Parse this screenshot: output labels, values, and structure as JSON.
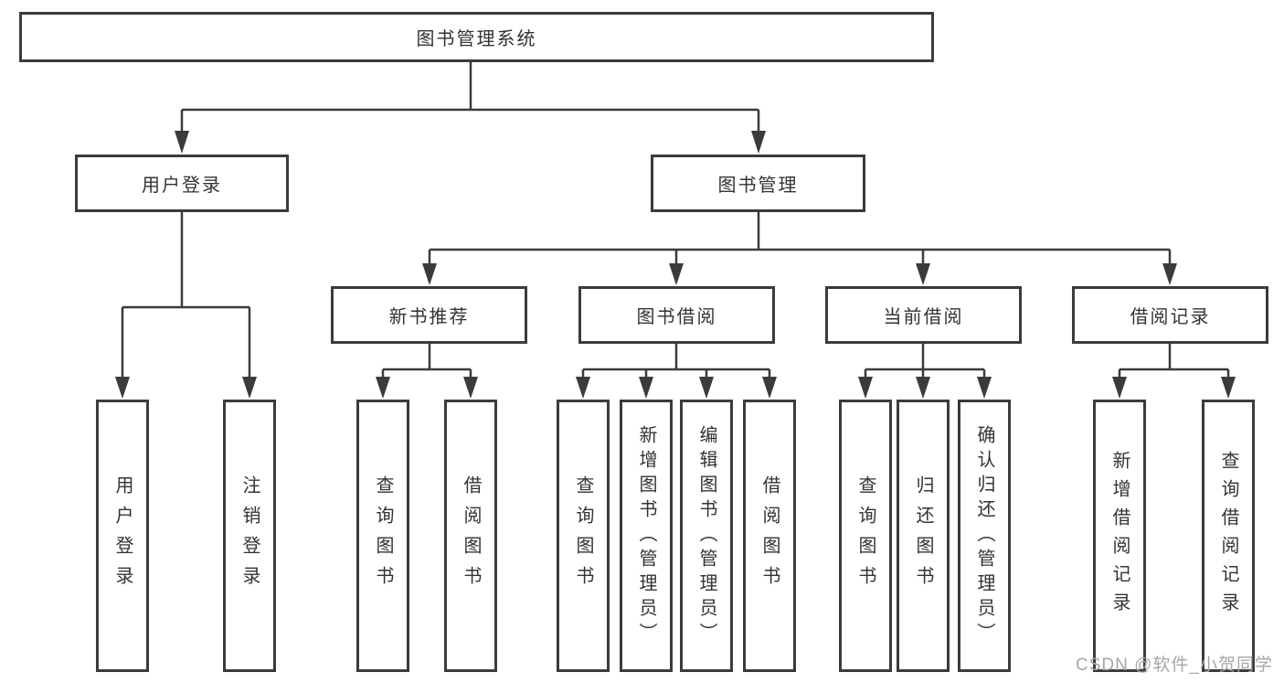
{
  "diagram_title": "图书管理系统",
  "tree": {
    "label": "图书管理系统",
    "children": [
      {
        "label": "用户登录",
        "children": [
          {
            "label": "用户登录"
          },
          {
            "label": "注销登录"
          }
        ]
      },
      {
        "label": "图书管理",
        "children": [
          {
            "label": "新书推荐",
            "children": [
              {
                "label": "查询图书"
              },
              {
                "label": "借阅图书"
              }
            ]
          },
          {
            "label": "图书借阅",
            "children": [
              {
                "label": "查询图书"
              },
              {
                "label": "新增图书（管理员）"
              },
              {
                "label": "编辑图书（管理员）"
              },
              {
                "label": "借阅图书"
              }
            ]
          },
          {
            "label": "当前借阅",
            "children": [
              {
                "label": "查询图书"
              },
              {
                "label": "归还图书"
              },
              {
                "label": "确认归还（管理员）"
              }
            ]
          },
          {
            "label": "借阅记录",
            "children": [
              {
                "label": "新增借阅记录"
              },
              {
                "label": "查询借阅记录"
              }
            ]
          }
        ]
      }
    ]
  },
  "watermark": "CSDN @软件_小贺同学",
  "colors": {
    "line": "#3b3b3b",
    "box_border": "#3b3b3b",
    "text": "#333333",
    "watermark": "#a6a6aa",
    "background": "#ffffff"
  }
}
